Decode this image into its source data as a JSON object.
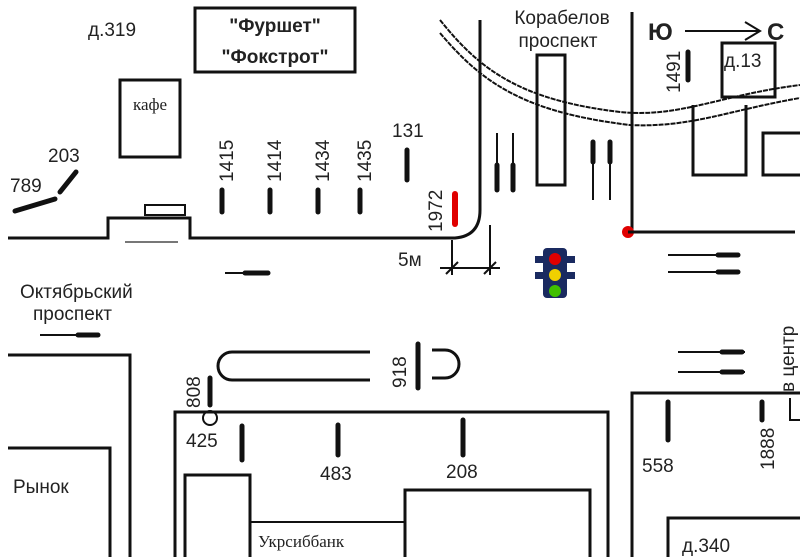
{
  "labels": {
    "house_319": "д.319",
    "shop_1": "\"Фуршет\"",
    "shop_2": "\"Фокстрот\"",
    "cafe": "кафе",
    "street_top_1": "Корабелов",
    "street_top_2": "проспект",
    "compass_south": "Ю",
    "compass_north": "С",
    "house_13": "д.13",
    "street_left_1": "Октябрьский",
    "street_left_2": "проспект",
    "distance": "5м",
    "market": "Рынок",
    "bank": "Укрсиббанк",
    "house_340": "д.340",
    "to_center": "в центр"
  },
  "stops": [
    "203",
    "789",
    "1415",
    "1414",
    "1434",
    "1435",
    "131",
    "1972",
    "1491",
    "918",
    "808",
    "425",
    "483",
    "208",
    "558",
    "1888"
  ],
  "colors": {
    "highlight": "#e00000",
    "light_red": "#e00000",
    "light_yellow": "#f0d000",
    "light_green": "#40c000"
  }
}
